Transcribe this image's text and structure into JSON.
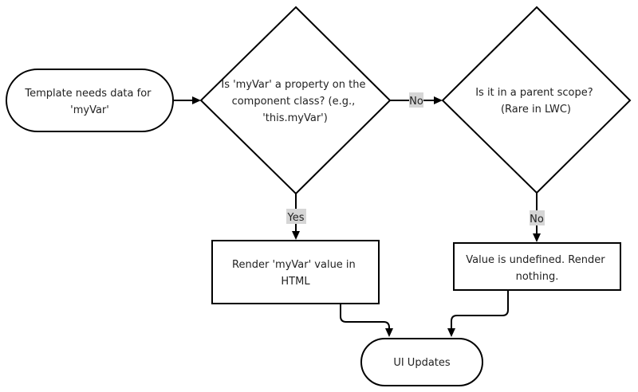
{
  "nodes": {
    "start": {
      "lines": [
        "Template needs data for",
        "'myVar'"
      ]
    },
    "decision_class": {
      "lines": [
        "Is 'myVar' a property on the",
        "component class? (e.g.,",
        "'this.myVar')"
      ]
    },
    "decision_parent": {
      "lines": [
        "Is it in a parent scope?",
        "(Rare in LWC)"
      ]
    },
    "render_value": {
      "lines": [
        "Render 'myVar' value in",
        "HTML"
      ]
    },
    "undefined_value": {
      "lines": [
        "Value is undefined. Render",
        "nothing."
      ]
    },
    "ui_updates": {
      "lines": [
        "UI Updates"
      ]
    }
  },
  "edges": {
    "no_to_parent": {
      "label": "No"
    },
    "yes_to_render": {
      "label": "Yes"
    },
    "no_to_undefined": {
      "label": "No"
    }
  }
}
